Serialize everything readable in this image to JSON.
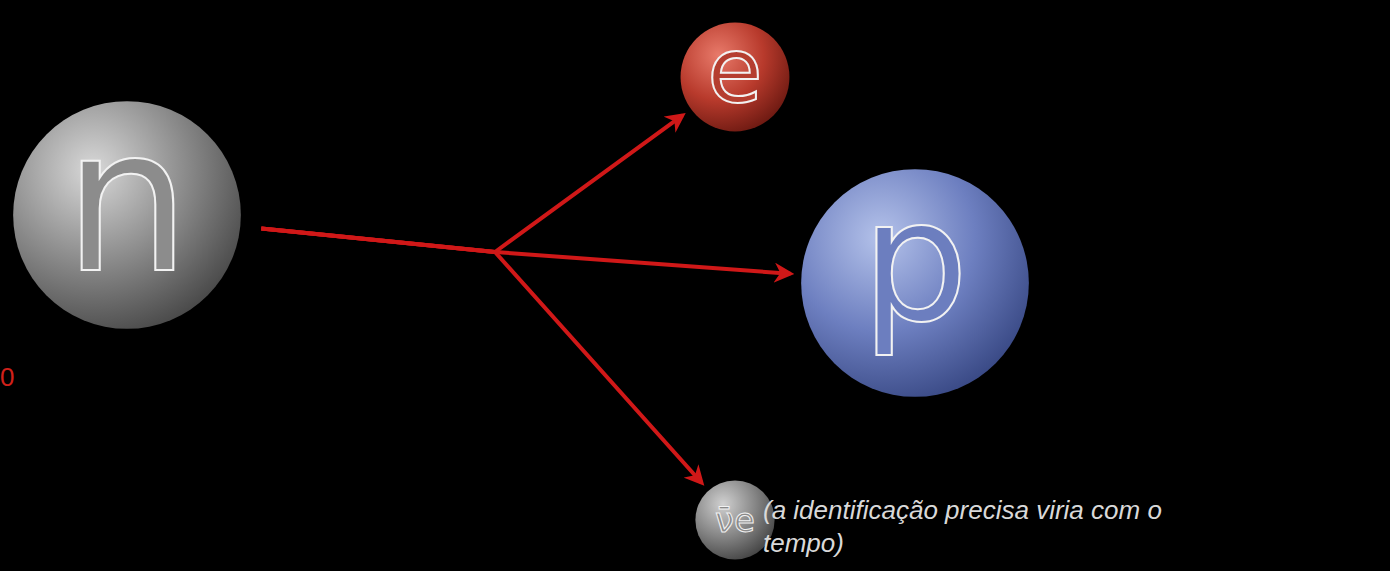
{
  "diagram": {
    "nodes": [
      {
        "text": [
          "n"
        ]
      },
      {
        "text": [
          "e"
        ]
      },
      {
        "text": [
          "p"
        ]
      },
      {
        "text": [
          "ν̄e"
        ]
      }
    ],
    "edges": [
      {
        "from": 0,
        "to": 1,
        "arrow": "to"
      },
      {
        "from": 0,
        "to": 2,
        "arrow": "to"
      },
      {
        "from": 0,
        "to": 3,
        "arrow": "to"
      }
    ],
    "labels": [
      "0",
      "(a identificação precisa viria com o tempo)"
    ]
  }
}
